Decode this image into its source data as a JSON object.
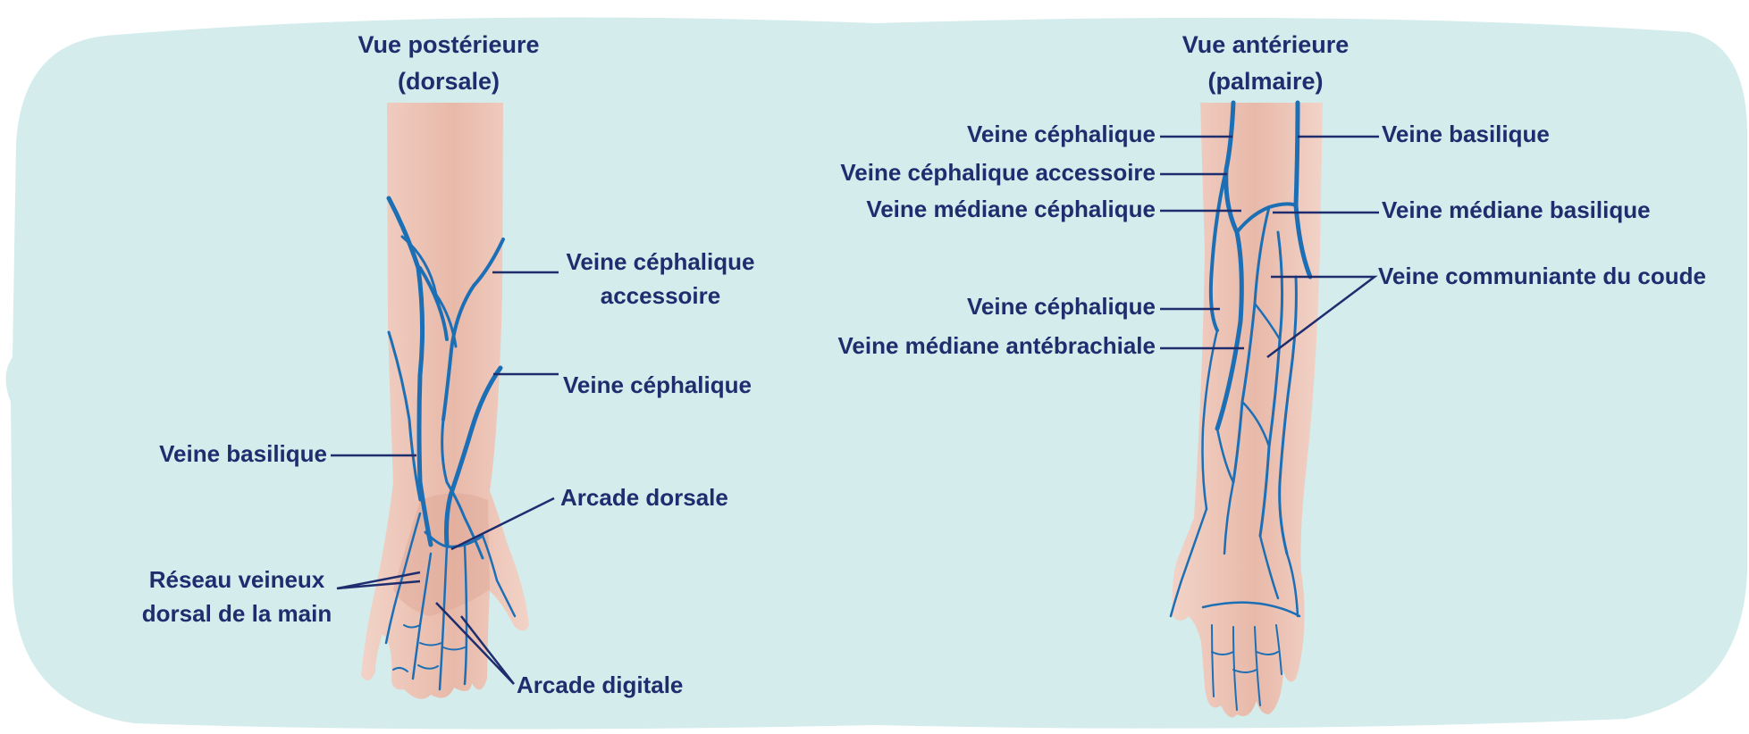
{
  "colors": {
    "background_blob": "#d4ecec",
    "skin_light": "#f2d3c8",
    "skin_mid": "#e8b9a9",
    "skin_dark": "#dda593",
    "vein": "#1c6fb5",
    "label_text": "#1e2d6e",
    "leader_line": "#1e2d6e"
  },
  "posterior": {
    "title_line1": "Vue postérieure",
    "title_line2": "(dorsale)",
    "labels": {
      "cephalic_accessory_line1": "Veine céphalique",
      "cephalic_accessory_line2": "accessoire",
      "cephalic": "Veine céphalique",
      "basilic": "Veine basilique",
      "dorsal_arch": "Arcade dorsale",
      "dorsal_network_line1": "Réseau veineux",
      "dorsal_network_line2": "dorsal de la main",
      "digital_arch": "Arcade digitale"
    }
  },
  "anterior": {
    "title_line1": "Vue antérieure",
    "title_line2": "(palmaire)",
    "labels": {
      "cephalic_upper": "Veine céphalique",
      "cephalic_accessory": "Veine céphalique accessoire",
      "median_cephalic": "Veine médiane céphalique",
      "cephalic_lower": "Veine céphalique",
      "median_antebrachial": "Veine médiane antébrachiale",
      "basilic": "Veine basilique",
      "median_basilic": "Veine médiane basilique",
      "cubital_communicating": "Veine communiante du coude"
    }
  }
}
